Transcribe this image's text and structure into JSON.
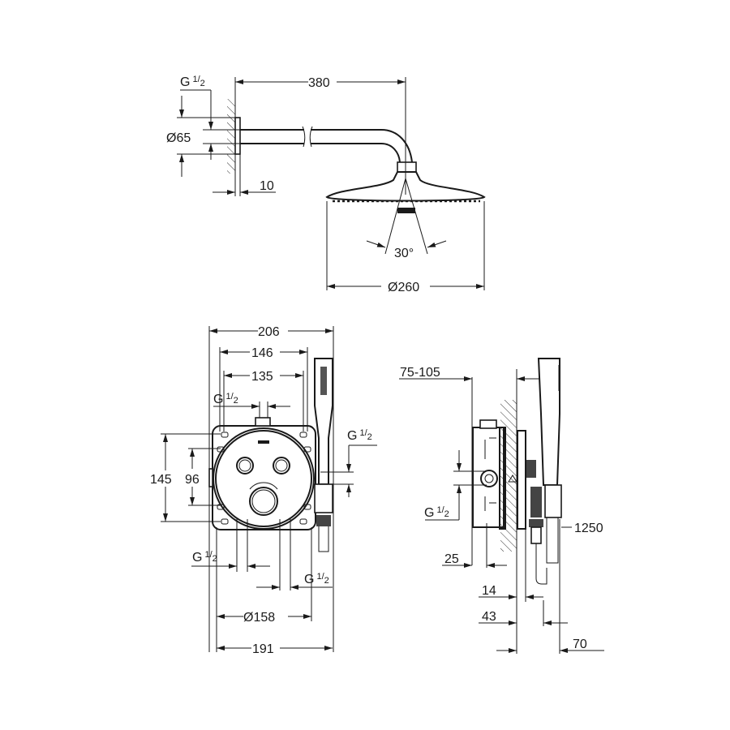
{
  "title": "Shower system dimension drawing",
  "thread": {
    "base": "G",
    "num": "1",
    "den": "2"
  },
  "head_view": {
    "arm_length": "380",
    "flange_diameter": "Ø65",
    "flange_depth": "10",
    "spray_angle": "30°",
    "head_diameter": "Ø260"
  },
  "front_view": {
    "plate_width": "206",
    "fixing_width_outer": "146",
    "fixing_width_inner": "135",
    "plate_height": "145",
    "fixing_height": "96",
    "rosette_diameter": "Ø158",
    "overall_width": "191"
  },
  "side_view": {
    "install_depth": "75-105",
    "outlet_offset": "25",
    "hose_length": "1250",
    "plate_projection": "14",
    "holder_projection": "43",
    "handshower_projection": "70"
  }
}
